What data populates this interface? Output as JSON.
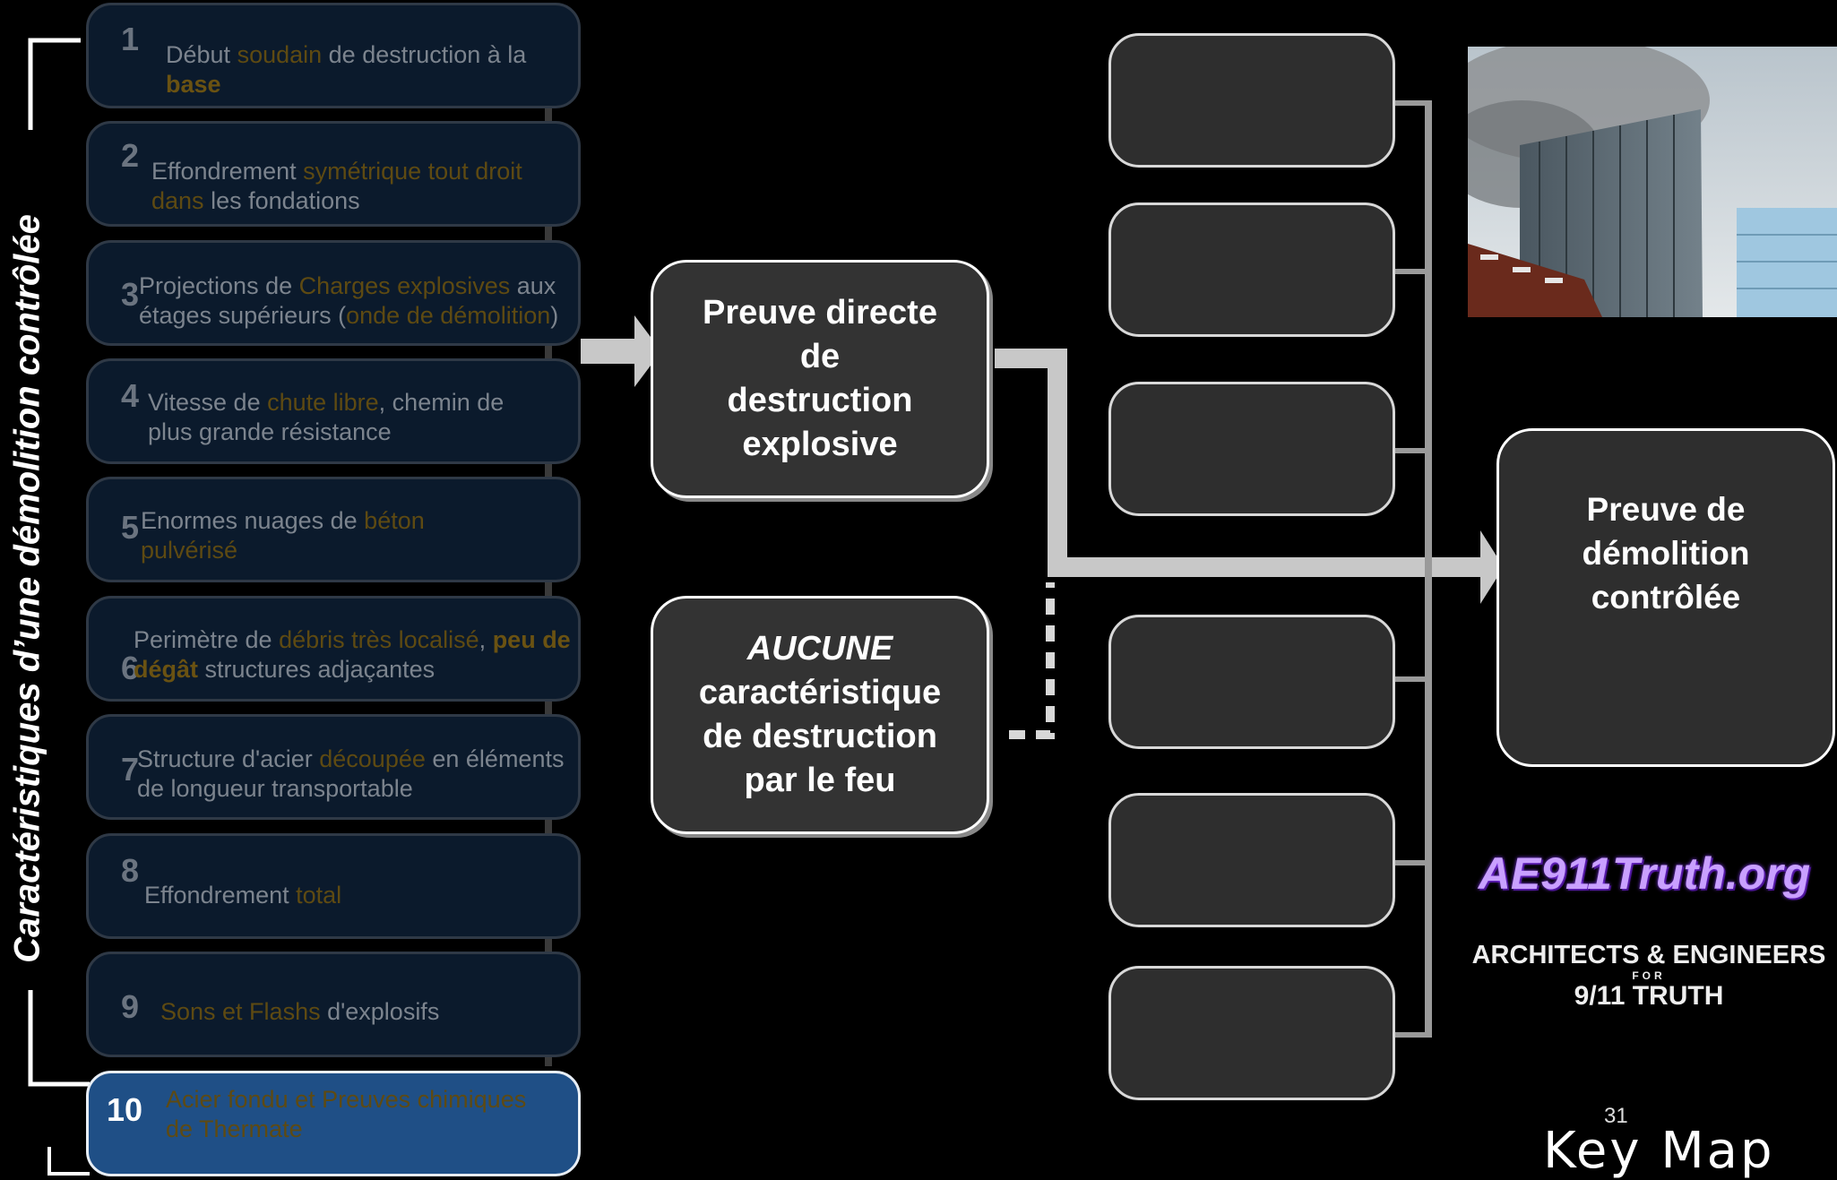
{
  "vertical_title": "Caractéristiques d’une démolition contrôlée",
  "items": [
    {
      "num": "1",
      "parts": [
        {
          "t": "Début ",
          "c": "n"
        },
        {
          "t": "soudain",
          "c": "h"
        },
        {
          "t": " de destruction à la ",
          "c": "n"
        },
        {
          "t": "base",
          "c": "hb"
        }
      ]
    },
    {
      "num": "2",
      "parts": [
        {
          "t": "Effondrement ",
          "c": "n"
        },
        {
          "t": "symétrique tout droit dans",
          "c": "h"
        },
        {
          "t": " les fondations",
          "c": "n"
        }
      ]
    },
    {
      "num": "3",
      "parts": [
        {
          "t": "Projections de ",
          "c": "n"
        },
        {
          "t": "Charges explosives",
          "c": "h"
        },
        {
          "t": " aux étages supérieurs (",
          "c": "n"
        },
        {
          "t": "onde de démolition",
          "c": "h"
        },
        {
          "t": ")",
          "c": "n"
        }
      ]
    },
    {
      "num": "4",
      "parts": [
        {
          "t": "Vitesse de ",
          "c": "n"
        },
        {
          "t": "chute libre",
          "c": "h"
        },
        {
          "t": ", chemin de plus grande résistance",
          "c": "n"
        }
      ]
    },
    {
      "num": "5",
      "parts": [
        {
          "t": "Enormes nuages de ",
          "c": "n"
        },
        {
          "t": "béton pulvérisé",
          "c": "h"
        }
      ]
    },
    {
      "num": "6",
      "parts": [
        {
          "t": "Perimètre de ",
          "c": "n"
        },
        {
          "t": "débris très localisé",
          "c": "h"
        },
        {
          "t": ", ",
          "c": "n"
        },
        {
          "t": "peu de dégât",
          "c": "hb"
        },
        {
          "t": " structures adjaçantes",
          "c": "n"
        }
      ]
    },
    {
      "num": "7",
      "parts": [
        {
          "t": "Structure d'acier ",
          "c": "n"
        },
        {
          "t": "découpée",
          "c": "h"
        },
        {
          "t": " en éléments de longueur transportable",
          "c": "n"
        }
      ]
    },
    {
      "num": "8",
      "parts": [
        {
          "t": "Effondrement ",
          "c": "n"
        },
        {
          "t": "total",
          "c": "h"
        }
      ]
    },
    {
      "num": "9",
      "parts": [
        {
          "t": "Sons et Flashs",
          "c": "h"
        },
        {
          "t": " d'explosifs",
          "c": "n"
        }
      ]
    },
    {
      "num": "10",
      "parts": [
        {
          "t": "Acier fondu et Preuves chimiques de Thermate",
          "c": "h"
        }
      ]
    }
  ],
  "box_direct": [
    "Preuve directe",
    "de",
    "destruction",
    "explosive"
  ],
  "box_fire": {
    "em": "AUCUNE",
    "rest": [
      "caractéristique",
      "de destruction",
      "par le feu"
    ]
  },
  "box_result": [
    "Preuve de",
    "démolition",
    "contrôlée"
  ],
  "logo": "AE911Truth.org",
  "org": {
    "l1": "ARCHITECTS & ENGINEERS",
    "l2": "FOR",
    "l3": "9/11 TRUTH"
  },
  "page_number": "31",
  "footer": "Key Map"
}
